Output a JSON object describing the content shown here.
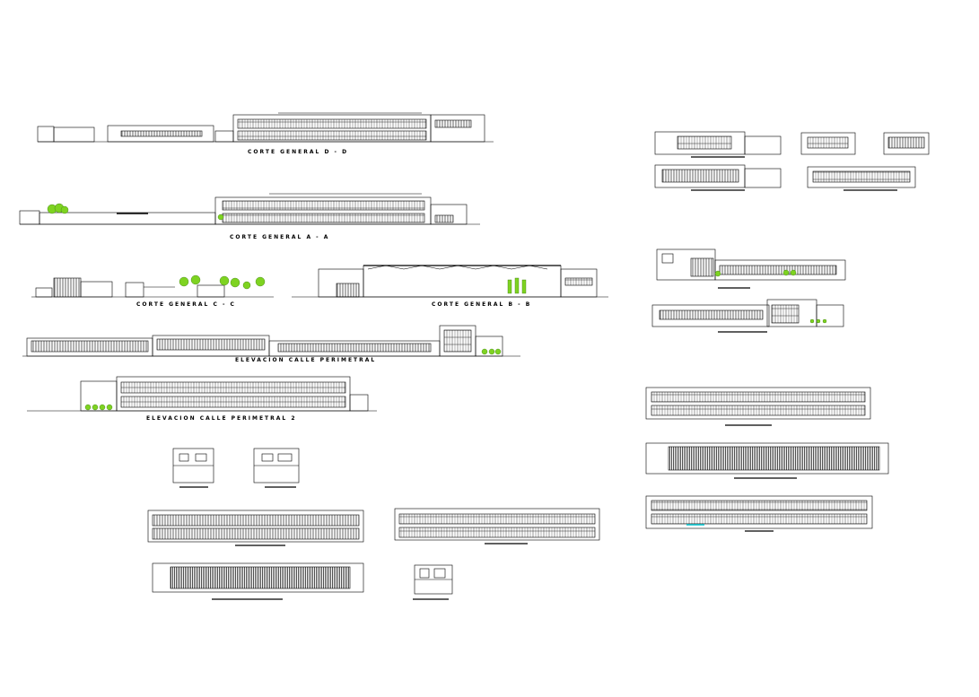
{
  "drawing": {
    "labels": {
      "corte_d": "CORTE GENERAL  D - D",
      "corte_a": "CORTE GENERAL  A - A",
      "corte_c": "CORTE GENERAL  C - C",
      "corte_b": "CORTE GENERAL  B - B",
      "elev_1": "ELEVACION  CALLE PERIMETRAL",
      "elev_2": "ELEVACION  CALLE PERIMETRAL  2"
    },
    "colors": {
      "line": "#000000",
      "tree": "#7ed321",
      "accent": "#00c8d4",
      "paper": "#ffffff"
    }
  }
}
